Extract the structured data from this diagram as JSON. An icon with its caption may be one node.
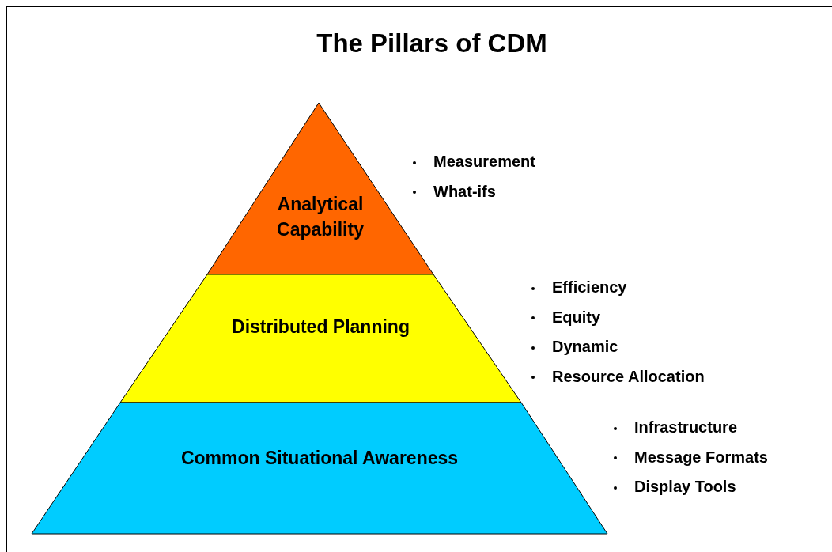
{
  "diagram": {
    "title": "The Pillars of CDM",
    "nodes": [
      {
        "text": [
          "Analytical Capability"
        ],
        "beside": [
          "Measurement",
          "What-ifs"
        ]
      },
      {
        "text": [
          "Distributed Planning"
        ],
        "beside": [
          "Efficiency",
          "Equity",
          "Dynamic",
          "Resource Allocation"
        ]
      },
      {
        "text": [
          "Common Situational Awareness"
        ],
        "beside": [
          "Infrastructure",
          "Message Formats",
          "Display Tools"
        ]
      }
    ],
    "edges": []
  }
}
